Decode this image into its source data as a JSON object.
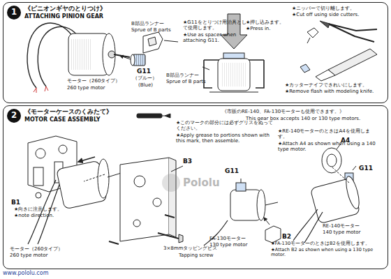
{
  "diagram": {
    "nodes": [
      {
        "text": [
          "《ピニオンギヤのとりつけ》",
          "ATTACHING PINION GEAR"
        ]
      },
      {
        "text": [
          "1"
        ],
        "in": 0
      },
      {
        "text": [
          "《モーターケースのくみたて》",
          "MOTOR CASE ASSEMBLY"
        ]
      },
      {
        "text": [
          "2"
        ],
        "in": 2
      }
    ],
    "labels": [
      "B部品ランナー",
      "Sprue of B parts",
      "★G11をとりつけ用治具として使用します。",
      "★Use as spacer when attaching G11.",
      "モーター（260タイプ）",
      "260 type motor",
      "G11",
      "（ブルー）",
      "(Blue)",
      "B部品ランナー",
      "Sprue of B parts",
      "★押し込みます。",
      "★Press in.",
      "★ニッパーで切り離します。",
      "★Cut off using side cutters.",
      "★カッターナイフできれいにします。",
      "★Remove flash with modeling knife.",
      "★このマークの部分には必ずグリスをぬってください。",
      "★Apply grease to portions shown with this mark, then assemble.",
      "《市販のRE-140、FA-130モーターも使用できます。》",
      "This gear box accepts 140 or 130 type motors.",
      "B3",
      "B1",
      "★向きに注意します。",
      "★note direction.",
      "モーター（260タイプ）",
      "260 type motor",
      "3×8mmタッピングビス",
      "Tapping screw",
      "G11",
      "★RE-140モーターのときはA4を使用します。",
      "★Attach A4 as shown when using a 140 type motor.",
      "A4",
      "G11",
      "FA-130モーター",
      "130 type motor",
      "RE-140モーター",
      "140 type motor",
      "B2",
      "★FA-130モーターのときはB2を使用します。",
      "★Attach B2 as shown when using a 130 type motor.",
      "Pololu",
      "www.pololu.com"
    ]
  }
}
